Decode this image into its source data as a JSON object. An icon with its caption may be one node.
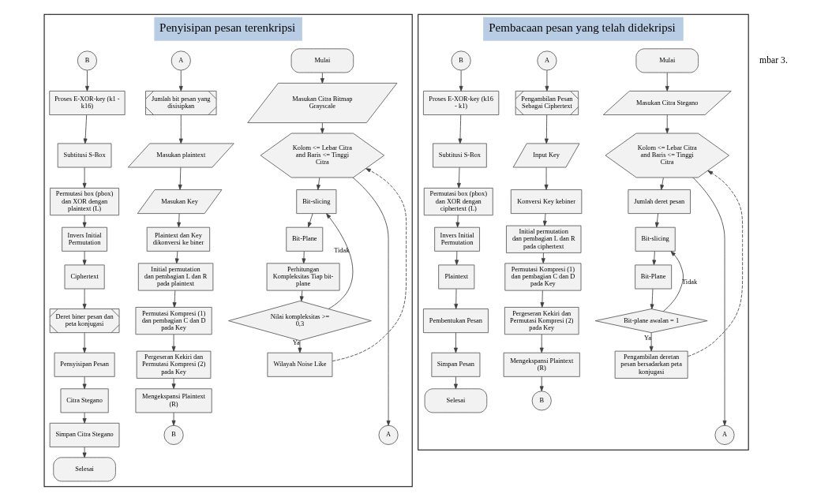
{
  "diagram": {
    "nodes": [
      {
        "text": [
          "Penyisipan pesan terenkripsi"
        ]
      },
      {
        "text": [
          "Mulai"
        ],
        "in": 0
      },
      {
        "text": [
          "Masukan Citra Bitmap Grayscale"
        ],
        "in": 0
      },
      {
        "text": [
          "Kolom <= Lebar Citra and Baris <= Tinggi Citra"
        ],
        "in": 0
      },
      {
        "text": [
          "Bit-slicing"
        ],
        "in": 0
      },
      {
        "text": [
          "Bit-Plane"
        ],
        "in": 0
      },
      {
        "text": [
          "Perhitungan Kompleksitas Tiap bit-plane"
        ],
        "in": 0
      },
      {
        "text": [
          "Nilai kompleksitas >= 0,3"
        ],
        "in": 0
      },
      {
        "text": [
          "Wilayah Noise Like"
        ],
        "in": 0
      },
      {
        "text": [
          "A"
        ],
        "in": 0
      },
      {
        "text": [
          "A"
        ],
        "in": 0
      },
      {
        "text": [
          "Jumlah bit pesan yang disisipkan"
        ],
        "in": 0
      },
      {
        "text": [
          "Masukan plaintext"
        ],
        "in": 0
      },
      {
        "text": [
          "Masukan Key"
        ],
        "in": 0
      },
      {
        "text": [
          "Plaintext dan Key dikonversi ke biner"
        ],
        "in": 0
      },
      {
        "text": [
          "Initial permutation dan pembagian L dan R pada plaintext"
        ],
        "in": 0
      },
      {
        "text": [
          "Permutasi Kompresi (1) dan pembagian C dan D pada Key"
        ],
        "in": 0
      },
      {
        "text": [
          "Pergeseran Kekiri dan Permutasi Kompresi (2) pada Key"
        ],
        "in": 0
      },
      {
        "text": [
          "Mengekspansi Plaintext (R)"
        ],
        "in": 0
      },
      {
        "text": [
          "B"
        ],
        "in": 0
      },
      {
        "text": [
          "B"
        ],
        "in": 0
      },
      {
        "text": [
          "Proses E-XOR-key (k1 - k16)"
        ],
        "in": 0
      },
      {
        "text": [
          "Subtitusi S-Box"
        ],
        "in": 0
      },
      {
        "text": [
          "Permutasi box (pbox) dan XOR dengan plaintext (L)"
        ],
        "in": 0
      },
      {
        "text": [
          "Invers Initial Permutation"
        ],
        "in": 0
      },
      {
        "text": [
          "Ciphertext"
        ],
        "in": 0
      },
      {
        "text": [
          "Deret biner pesan dan peta konjugasi"
        ],
        "in": 0
      },
      {
        "text": [
          "Pensyisipan Pesan"
        ],
        "in": 0
      },
      {
        "text": [
          "Citra Stegano"
        ],
        "in": 0
      },
      {
        "text": [
          "Simpan Citra Stegano"
        ],
        "in": 0
      },
      {
        "text": [
          "Selesai"
        ],
        "in": 0
      },
      {
        "text": [
          "Pembacaan pesan yang telah didekripsi"
        ]
      },
      {
        "text": [
          "Mulai"
        ],
        "in": 31
      },
      {
        "text": [
          "Masukan Citra Stegano"
        ],
        "in": 31
      },
      {
        "text": [
          "Kolom <= Lebar Citra and Baris <= Tinggi Citra"
        ],
        "in": 31
      },
      {
        "text": [
          "Jumlah deret pesan"
        ],
        "in": 31
      },
      {
        "text": [
          "Bit-slicing"
        ],
        "in": 31
      },
      {
        "text": [
          "Bit-Plane"
        ],
        "in": 31
      },
      {
        "text": [
          "Bit-plane awalan = 1"
        ],
        "in": 31
      },
      {
        "text": [
          "Pengambilan deretan pesan bersadarkan peta konjugasi"
        ],
        "in": 31
      },
      {
        "text": [
          "A"
        ],
        "in": 31
      },
      {
        "text": [
          "A"
        ],
        "in": 31
      },
      {
        "text": [
          "Pengambilan Pesan Sebagai Ciphertext"
        ],
        "in": 31
      },
      {
        "text": [
          "Input Key"
        ],
        "in": 31
      },
      {
        "text": [
          "Konversi Key kebiner"
        ],
        "in": 31
      },
      {
        "text": [
          "Initial permutation dan pembagian L dan R pada ciphertext"
        ],
        "in": 31
      },
      {
        "text": [
          "Permutasi Kompresi (1) dan pembagian C dan D pada Key"
        ],
        "in": 31
      },
      {
        "text": [
          "Pergeseran Kekiri dan Permutasi Kompresi (2) pada Key"
        ],
        "in": 31
      },
      {
        "text": [
          "Mengekspansi Plaintext (R)"
        ],
        "in": 31
      },
      {
        "text": [
          "B"
        ],
        "in": 31
      },
      {
        "text": [
          "B"
        ],
        "in": 31
      },
      {
        "text": [
          "Proses E-XOR-key (k16 - k1)"
        ],
        "in": 31
      },
      {
        "text": [
          "Subtitusi S-Box"
        ],
        "in": 31
      },
      {
        "text": [
          "Permutasi box (pbox) dan XOR dengan ciphertext (L)"
        ],
        "in": 31
      },
      {
        "text": [
          "Invers Initial Permutation"
        ],
        "in": 31
      },
      {
        "text": [
          "Plaintext"
        ],
        "in": 31
      },
      {
        "text": [
          "Pembentukan Pesan"
        ],
        "in": 31
      },
      {
        "text": [
          "Simpan Pesan"
        ],
        "in": 31
      },
      {
        "text": [
          "Selesai"
        ],
        "in": 31
      }
    ],
    "edges": [
      {
        "from": 1,
        "to": 2,
        "arrow": "to"
      },
      {
        "from": 2,
        "to": 3,
        "arrow": "to"
      },
      {
        "from": 3,
        "to": 4,
        "arrow": "to"
      },
      {
        "from": 4,
        "to": 5,
        "arrow": "to"
      },
      {
        "from": 5,
        "to": 6,
        "arrow": "to"
      },
      {
        "from": 6,
        "to": 7,
        "arrow": "to"
      },
      {
        "from": 7,
        "to": 8,
        "arrow": "to",
        "label": "Ya"
      },
      {
        "from": 7,
        "to": 4,
        "arrow": "to",
        "label": "Tidak"
      },
      {
        "from": 8,
        "to": 3,
        "arrow": "to",
        "style": "dashed"
      },
      {
        "from": 3,
        "to": 9,
        "arrow": "to"
      },
      {
        "from": 10,
        "to": 11,
        "arrow": "to"
      },
      {
        "from": 11,
        "to": 12,
        "arrow": "to"
      },
      {
        "from": 12,
        "to": 13,
        "arrow": "to"
      },
      {
        "from": 13,
        "to": 14,
        "arrow": "to"
      },
      {
        "from": 14,
        "to": 15,
        "arrow": "to"
      },
      {
        "from": 15,
        "to": 16,
        "arrow": "to"
      },
      {
        "from": 16,
        "to": 17,
        "arrow": "to"
      },
      {
        "from": 17,
        "to": 18,
        "arrow": "to"
      },
      {
        "from": 18,
        "to": 19,
        "arrow": "to"
      },
      {
        "from": 20,
        "to": 21,
        "arrow": "to"
      },
      {
        "from": 21,
        "to": 22,
        "arrow": "to"
      },
      {
        "from": 22,
        "to": 23,
        "arrow": "to"
      },
      {
        "from": 23,
        "to": 24,
        "arrow": "to"
      },
      {
        "from": 24,
        "to": 25,
        "arrow": "to"
      },
      {
        "from": 25,
        "to": 26,
        "arrow": "to"
      },
      {
        "from": 26,
        "to": 27,
        "arrow": "to"
      },
      {
        "from": 27,
        "to": 28,
        "arrow": "to"
      },
      {
        "from": 28,
        "to": 29,
        "arrow": "to"
      },
      {
        "from": 29,
        "to": 30,
        "arrow": "to"
      },
      {
        "from": 32,
        "to": 33,
        "arrow": "to"
      },
      {
        "from": 33,
        "to": 34,
        "arrow": "to"
      },
      {
        "from": 34,
        "to": 35,
        "arrow": "to"
      },
      {
        "from": 35,
        "to": 36,
        "arrow": "to"
      },
      {
        "from": 36,
        "to": 37,
        "arrow": "to"
      },
      {
        "from": 37,
        "to": 38,
        "arrow": "to"
      },
      {
        "from": 38,
        "to": 39,
        "arrow": "to",
        "label": "Ya"
      },
      {
        "from": 38,
        "to": 36,
        "arrow": "to",
        "label": "Tidak"
      },
      {
        "from": 39,
        "to": 34,
        "arrow": "to",
        "style": "dashed"
      },
      {
        "from": 34,
        "to": 40,
        "arrow": "to"
      },
      {
        "from": 41,
        "to": 42,
        "arrow": "to"
      },
      {
        "from": 42,
        "to": 43,
        "arrow": "to"
      },
      {
        "from": 43,
        "to": 44,
        "arrow": "to"
      },
      {
        "from": 44,
        "to": 45,
        "arrow": "to"
      },
      {
        "from": 45,
        "to": 46,
        "arrow": "to"
      },
      {
        "from": 46,
        "to": 47,
        "arrow": "to"
      },
      {
        "from": 47,
        "to": 48,
        "arrow": "to"
      },
      {
        "from": 48,
        "to": 49,
        "arrow": "to"
      },
      {
        "from": 50,
        "to": 51,
        "arrow": "to"
      },
      {
        "from": 51,
        "to": 52,
        "arrow": "to"
      },
      {
        "from": 52,
        "to": 53,
        "arrow": "to"
      },
      {
        "from": 53,
        "to": 54,
        "arrow": "to"
      },
      {
        "from": 54,
        "to": 55,
        "arrow": "to"
      },
      {
        "from": 55,
        "to": 56,
        "arrow": "to"
      },
      {
        "from": 56,
        "to": 57,
        "arrow": "to"
      },
      {
        "from": 57,
        "to": 58,
        "arrow": "to"
      }
    ],
    "labels": [
      "mbar 3."
    ]
  }
}
